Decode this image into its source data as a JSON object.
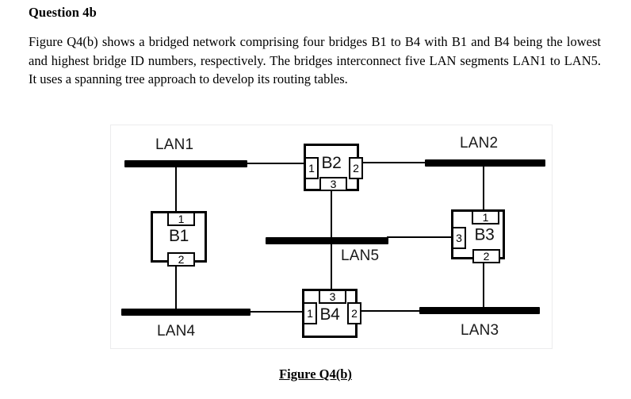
{
  "question": {
    "title": "Question 4b",
    "body": "Figure Q4(b) shows a bridged network comprising four bridges B1 to B4 with B1 and B4 being the lowest and highest bridge ID numbers, respectively. The bridges interconnect five LAN segments LAN1 to LAN5. It uses a spanning tree approach to develop its routing tables."
  },
  "figure": {
    "caption": "Figure Q4(b)",
    "lans": [
      {
        "id": "LAN1",
        "label": "LAN1"
      },
      {
        "id": "LAN2",
        "label": "LAN2"
      },
      {
        "id": "LAN3",
        "label": "LAN3"
      },
      {
        "id": "LAN4",
        "label": "LAN4"
      },
      {
        "id": "LAN5",
        "label": "LAN5"
      }
    ],
    "bridges": [
      {
        "id": "B1",
        "name": "B1",
        "ports": [
          {
            "number": "1",
            "side": "top",
            "connects": "LAN1"
          },
          {
            "number": "2",
            "side": "bottom",
            "connects": "LAN4"
          }
        ]
      },
      {
        "id": "B2",
        "name": "B2",
        "ports": [
          {
            "number": "1",
            "side": "left",
            "connects": "LAN1"
          },
          {
            "number": "2",
            "side": "right",
            "connects": "LAN2"
          },
          {
            "number": "3",
            "side": "bottom",
            "connects": "LAN5"
          }
        ]
      },
      {
        "id": "B3",
        "name": "B3",
        "ports": [
          {
            "number": "1",
            "side": "top",
            "connects": "LAN2"
          },
          {
            "number": "3",
            "side": "left",
            "connects": "LAN5"
          },
          {
            "number": "2",
            "side": "bottom",
            "connects": "LAN3"
          }
        ]
      },
      {
        "id": "B4",
        "name": "B4",
        "ports": [
          {
            "number": "3",
            "side": "top",
            "connects": "LAN5"
          },
          {
            "number": "1",
            "side": "left",
            "connects": "LAN4"
          },
          {
            "number": "2",
            "side": "right",
            "connects": "LAN3"
          }
        ]
      }
    ],
    "colors": {
      "line": "#000000",
      "frame": "#ececed",
      "text": "#000000"
    }
  }
}
